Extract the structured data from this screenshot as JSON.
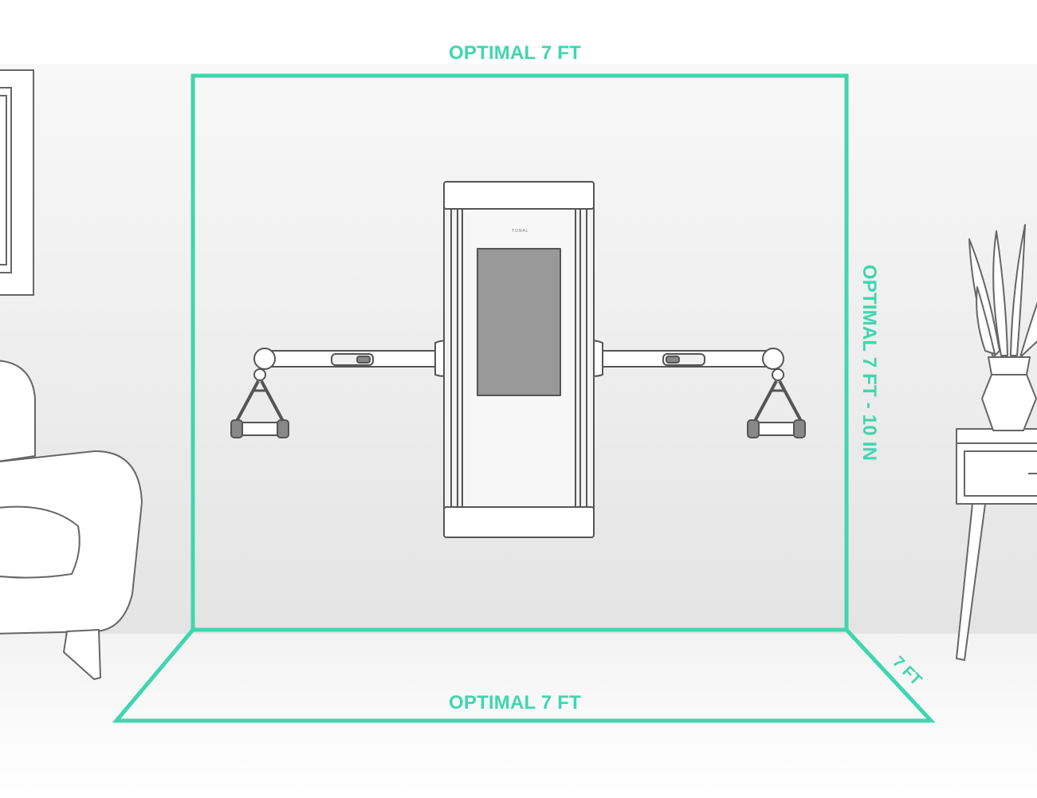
{
  "labels": {
    "top_width": "OPTIMAL 7 FT",
    "bottom_width": "OPTIMAL 7 FT",
    "height": "OPTIMAL 7 FT - 10 IN",
    "depth": "7 FT",
    "device_brand": "TONAL"
  },
  "colors": {
    "accent": "#3fd6ae",
    "line_art": "#666666",
    "wall": "#e9e9e9",
    "floor": "#f7f7f7",
    "screen": "#999999"
  }
}
